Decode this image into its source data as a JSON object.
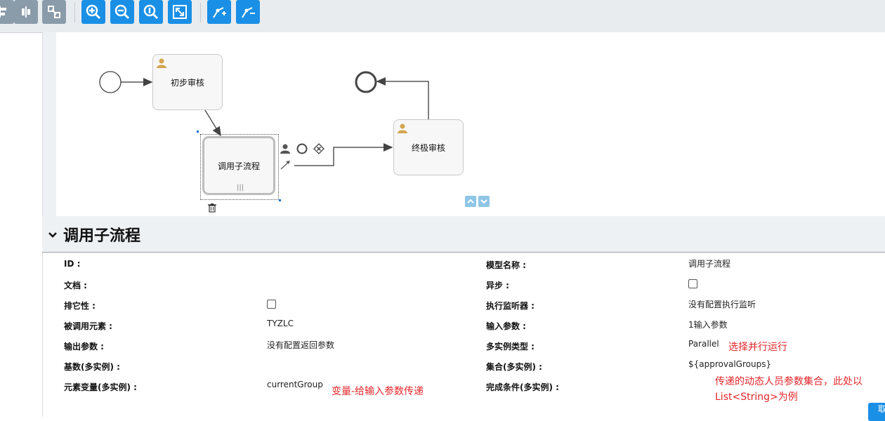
{
  "colors": {
    "accent": "#1a8fe6",
    "gray_button": "#8a9baa",
    "note_red": "#e3262a"
  },
  "toolbar": {
    "buttons": [
      {
        "name": "align-left-icon",
        "style": "gray"
      },
      {
        "name": "align-center-icon",
        "style": "gray"
      },
      {
        "name": "same-size-icon",
        "style": "gray"
      },
      {
        "name": "zoom-in-icon",
        "style": "blue"
      },
      {
        "name": "zoom-out-icon",
        "style": "blue"
      },
      {
        "name": "zoom-actual-icon",
        "style": "blue"
      },
      {
        "name": "zoom-fit-icon",
        "style": "blue"
      },
      {
        "name": "add-bendpoint-icon",
        "style": "blue"
      },
      {
        "name": "remove-bendpoint-icon",
        "style": "blue"
      }
    ]
  },
  "diagram": {
    "task1": "初步审核",
    "subprocess": "调用子流程",
    "task2": "终极审核"
  },
  "panel": {
    "title": "调用子流程",
    "left": [
      {
        "label": "ID :",
        "value": ""
      },
      {
        "label": "文档 :",
        "value": ""
      },
      {
        "label": "排它性 :",
        "checkbox": true
      },
      {
        "label": "被调用元素 :",
        "value": "TYZLC"
      },
      {
        "label": "输出参数 :",
        "value": "没有配置返回参数"
      },
      {
        "label": "基数(多实例) :",
        "value": ""
      },
      {
        "label": "元素变量(多实例) :",
        "value": "currentGroup"
      }
    ],
    "right": [
      {
        "label": "模型名称 :",
        "value": "调用子流程"
      },
      {
        "label": "异步 :",
        "checkbox": true
      },
      {
        "label": "执行监听器 :",
        "value": "没有配置执行监听"
      },
      {
        "label": "输入参数 :",
        "value": "1输入参数"
      },
      {
        "label": "多实例类型 :",
        "value": "Parallel"
      },
      {
        "label": "集合(多实例) :",
        "value": "${approvalGroups}"
      },
      {
        "label": "完成条件(多实例) :",
        "value": ""
      }
    ]
  },
  "notes": {
    "parallel": "选择并行运行",
    "variable": "变量-给输入参数传递",
    "collection_line1": "传递的动态人员参数集合，此处以",
    "collection_line2": "List<String>为例"
  },
  "corner_button": "取"
}
